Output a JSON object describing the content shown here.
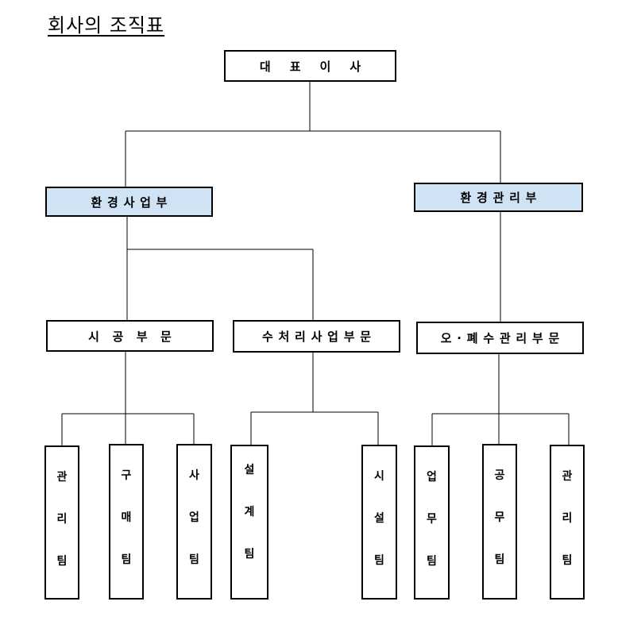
{
  "title": "회사의 조직표",
  "ceo": "대표이사",
  "divisions": [
    {
      "name": "환경사업부",
      "departments": [
        {
          "name": "시공부문",
          "teams": [
            "관리팀",
            "구매팀",
            "사업팀"
          ]
        },
        {
          "name": "수처리사업부문",
          "teams": [
            "설계팀",
            "시설팀"
          ]
        }
      ]
    },
    {
      "name": "환경관리부",
      "departments": [
        {
          "name": "오·폐수관리부문",
          "teams": [
            "업무팀",
            "공무팀",
            "관리팀"
          ]
        }
      ]
    }
  ],
  "colors": {
    "division_fill": "#cfe3f5",
    "box_border": "#000000"
  }
}
